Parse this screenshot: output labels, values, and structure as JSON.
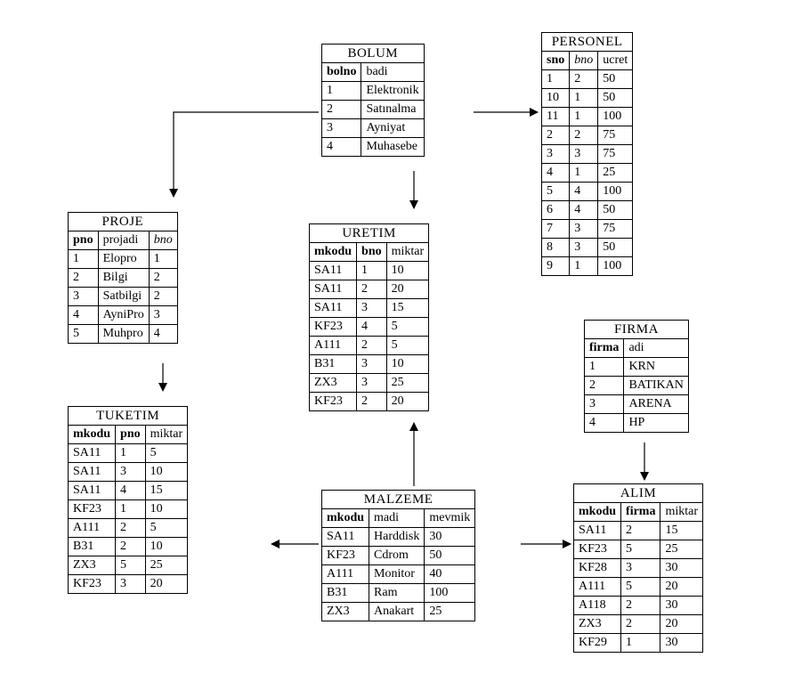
{
  "tables": {
    "bolum": {
      "name": "BOLUM",
      "columns": [
        {
          "label": "bolno",
          "style": "key"
        },
        {
          "label": "badi",
          "style": "plain"
        }
      ],
      "rows": [
        [
          "1",
          "Elektronik"
        ],
        [
          "2",
          "Satınalma"
        ],
        [
          "3",
          "Ayniyat"
        ],
        [
          "4",
          "Muhasebe"
        ]
      ]
    },
    "personel": {
      "name": "PERSONEL",
      "columns": [
        {
          "label": "sno",
          "style": "key"
        },
        {
          "label": "bno",
          "style": "fk"
        },
        {
          "label": "ucret",
          "style": "plain"
        }
      ],
      "rows": [
        [
          "1",
          "2",
          "50"
        ],
        [
          "10",
          "1",
          "50"
        ],
        [
          "11",
          "1",
          "100"
        ],
        [
          "2",
          "2",
          "75"
        ],
        [
          "3",
          "3",
          "75"
        ],
        [
          "4",
          "1",
          "25"
        ],
        [
          "5",
          "4",
          "100"
        ],
        [
          "6",
          "4",
          "50"
        ],
        [
          "7",
          "3",
          "75"
        ],
        [
          "8",
          "3",
          "50"
        ],
        [
          "9",
          "1",
          "100"
        ]
      ]
    },
    "proje": {
      "name": "PROJE",
      "columns": [
        {
          "label": "pno",
          "style": "key"
        },
        {
          "label": "projadi",
          "style": "plain"
        },
        {
          "label": "bno",
          "style": "fk"
        }
      ],
      "rows": [
        [
          "1",
          "Elopro",
          "1"
        ],
        [
          "2",
          "Bilgi",
          "2"
        ],
        [
          "3",
          "Satbilgi",
          "2"
        ],
        [
          "4",
          "AyniPro",
          "3"
        ],
        [
          "5",
          "Muhpro",
          "4"
        ]
      ]
    },
    "uretim": {
      "name": "URETIM",
      "columns": [
        {
          "label": "mkodu",
          "style": "key"
        },
        {
          "label": "bno",
          "style": "key"
        },
        {
          "label": "miktar",
          "style": "plain"
        }
      ],
      "rows": [
        [
          "SA11",
          "1",
          "10"
        ],
        [
          "SA11",
          "2",
          "20"
        ],
        [
          "SA11",
          "3",
          "15"
        ],
        [
          "KF23",
          "4",
          "5"
        ],
        [
          "A111",
          "2",
          "5"
        ],
        [
          "B31",
          "3",
          "10"
        ],
        [
          "ZX3",
          "3",
          "25"
        ],
        [
          "KF23",
          "2",
          "20"
        ]
      ]
    },
    "firma": {
      "name": "FIRMA",
      "columns": [
        {
          "label": "firma",
          "style": "key"
        },
        {
          "label": "adi",
          "style": "plain"
        }
      ],
      "rows": [
        [
          "1",
          "KRN"
        ],
        [
          "2",
          "BATIKAN"
        ],
        [
          "3",
          "ARENA"
        ],
        [
          "4",
          "HP"
        ]
      ]
    },
    "tuketim": {
      "name": "TUKETIM",
      "columns": [
        {
          "label": "mkodu",
          "style": "key"
        },
        {
          "label": "pno",
          "style": "key"
        },
        {
          "label": "miktar",
          "style": "plain"
        }
      ],
      "rows": [
        [
          "SA11",
          "1",
          "5"
        ],
        [
          "SA11",
          "3",
          "10"
        ],
        [
          "SA11",
          "4",
          "15"
        ],
        [
          "KF23",
          "1",
          "10"
        ],
        [
          "A111",
          "2",
          "5"
        ],
        [
          "B31",
          "2",
          "10"
        ],
        [
          "ZX3",
          "5",
          "25"
        ],
        [
          "KF23",
          "3",
          "20"
        ]
      ]
    },
    "malzeme": {
      "name": "MALZEME",
      "columns": [
        {
          "label": "mkodu",
          "style": "key"
        },
        {
          "label": "madi",
          "style": "plain"
        },
        {
          "label": "mevmik",
          "style": "plain"
        }
      ],
      "rows": [
        [
          "SA11",
          "Harddisk",
          "30"
        ],
        [
          "KF23",
          "Cdrom",
          "50"
        ],
        [
          "A111",
          "Monitor",
          "40"
        ],
        [
          "B31",
          "Ram",
          "100"
        ],
        [
          "ZX3",
          "Anakart",
          "25"
        ]
      ]
    },
    "alim": {
      "name": "ALIM",
      "columns": [
        {
          "label": "mkodu",
          "style": "key"
        },
        {
          "label": "firma",
          "style": "key"
        },
        {
          "label": "miktar",
          "style": "plain"
        }
      ],
      "rows": [
        [
          "SA11",
          "2",
          "15"
        ],
        [
          "KF23",
          "5",
          "25"
        ],
        [
          "KF28",
          "3",
          "30"
        ],
        [
          "A111",
          "5",
          "20"
        ],
        [
          "A118",
          "2",
          "30"
        ],
        [
          "ZX3",
          "2",
          "20"
        ],
        [
          "KF29",
          "1",
          "30"
        ]
      ]
    }
  },
  "relations": [
    {
      "from": "bolum",
      "to": "personel"
    },
    {
      "from": "bolum",
      "to": "proje"
    },
    {
      "from": "bolum",
      "to": "uretim"
    },
    {
      "from": "proje",
      "to": "tuketim"
    },
    {
      "from": "firma",
      "to": "alim"
    },
    {
      "from": "malzeme",
      "to": "uretim"
    },
    {
      "from": "malzeme",
      "to": "tuketim"
    },
    {
      "from": "malzeme",
      "to": "alim"
    }
  ]
}
